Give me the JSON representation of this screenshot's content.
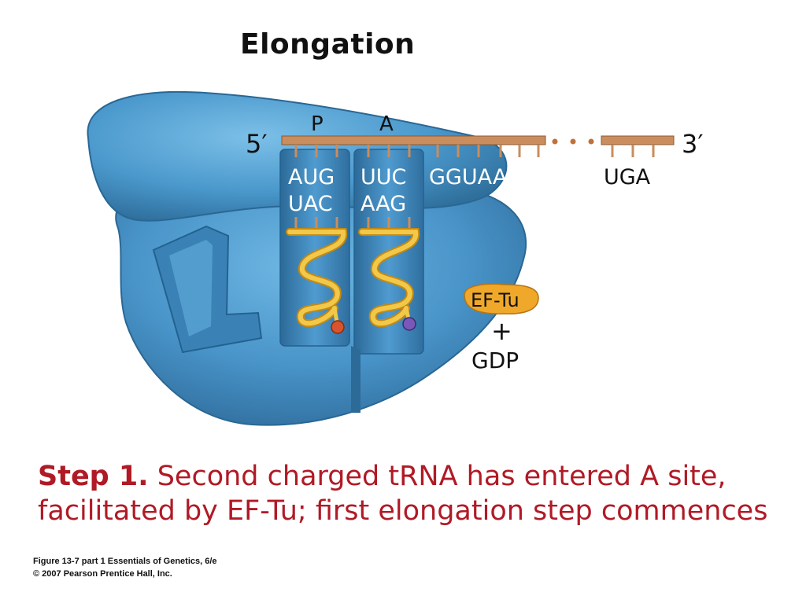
{
  "title": "Elongation",
  "labels": {
    "five_prime": "5′",
    "three_prime": "3′",
    "p_site": "P",
    "a_site": "A",
    "codons_mrna": [
      "AUG",
      "UUC",
      "GGUAAG",
      "UGA"
    ],
    "anticodons": [
      "UAC",
      "AAG"
    ],
    "factor": "EF-Tu",
    "plus": "+",
    "gdp": "GDP"
  },
  "caption": {
    "step": "Step 1.",
    "text_line1": "Second charged tRNA has entered A site,",
    "text_line2": "facilitated by EF-Tu; first elongation step commences"
  },
  "credit": {
    "line1": "Figure 13-7 part 1  Essentials of Genetics, 6/e",
    "line2": "© 2007 Pearson Prentice Hall, Inc."
  },
  "colors": {
    "ribosome": "#4a98cc",
    "ribosome_dark": "#2f76a8",
    "mrna": "#c98d5e",
    "trna": "#f2b82e",
    "factor": "#f0a82a",
    "caption": "#b01a26"
  }
}
